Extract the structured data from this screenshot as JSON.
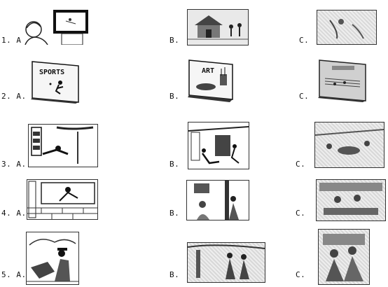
{
  "questions": [
    {
      "number_label": "1. A.",
      "options": [
        {
          "label": "1. A.",
          "picture": "boy-watching-tv"
        },
        {
          "label": "B.",
          "picture": "house-with-people-outdoors"
        },
        {
          "label": "C.",
          "picture": "blurred-outdoor-scene"
        }
      ]
    },
    {
      "number_label": "2. A.",
      "options": [
        {
          "label": "2. A.",
          "picture": "sports-book",
          "text": "SPORTS"
        },
        {
          "label": "B.",
          "picture": "art-book",
          "text": "ART"
        },
        {
          "label": "C.",
          "picture": "music-book"
        }
      ]
    },
    {
      "number_label": "3. A.",
      "options": [
        {
          "label": "3. A.",
          "picture": "man-lying-near-shop-sign"
        },
        {
          "label": "B.",
          "picture": "people-near-fallen-person"
        },
        {
          "label": "C.",
          "picture": "blurred-street-scene"
        }
      ]
    },
    {
      "number_label": "4. A.",
      "options": [
        {
          "label": "4. A.",
          "picture": "person-at-window-brick-wall"
        },
        {
          "label": "B.",
          "picture": "people-in-room-with-picture"
        },
        {
          "label": "C.",
          "picture": "blurred-group-scene"
        }
      ]
    },
    {
      "number_label": "5. A.",
      "options": [
        {
          "label": "5. A.",
          "picture": "soldier-outdoors"
        },
        {
          "label": "B.",
          "picture": "people-under-tree"
        },
        {
          "label": "C.",
          "picture": "blurred-people-scene"
        }
      ]
    }
  ]
}
